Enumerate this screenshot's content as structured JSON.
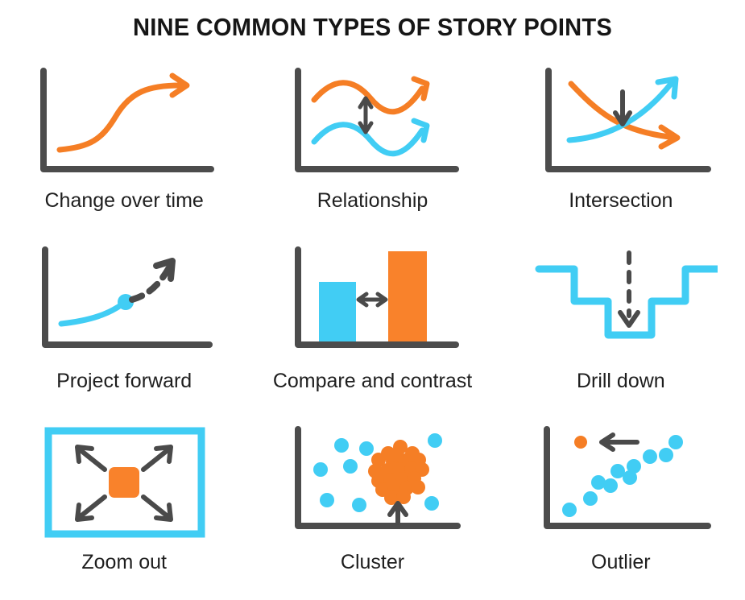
{
  "title": "NINE COMMON TYPES OF STORY POINTS",
  "colors": {
    "orange": "#F57E25",
    "orange_bright": "#F9822B",
    "blue": "#41CDF4",
    "axis_gray": "#4C4C4C",
    "arrow_gray": "#4A4A4A",
    "label_text": "#1E1E1E",
    "title_text": "#161616",
    "background": "#FFFFFF"
  },
  "panels": [
    {
      "id": "change-over-time",
      "label": "Change over time",
      "icon": "s-curve-rising-arrow-icon",
      "description": "Orange S-shaped rising curve with arrowhead on L-shaped axes",
      "has_axes": true,
      "series_colors": [
        "#F57E25"
      ],
      "annotation": "none"
    },
    {
      "id": "relationship",
      "label": "Relationship",
      "icon": "two-parallel-wavy-curves-icon",
      "description": "Orange wavy curve above blue wavy curve with vertical double-headed arrow between them",
      "has_axes": true,
      "series_colors": [
        "#F57E25",
        "#41CDF4"
      ],
      "annotation": "vertical-double-arrow"
    },
    {
      "id": "intersection",
      "label": "Intersection",
      "icon": "crossing-curves-icon",
      "description": "Orange descending curve crossing blue ascending curve with downward arrow at crossing point",
      "has_axes": true,
      "series_colors": [
        "#F57E25",
        "#41CDF4"
      ],
      "annotation": "down-arrow"
    },
    {
      "id": "project-forward",
      "label": "Project forward",
      "icon": "dashed-projection-arrow-icon",
      "description": "Solid blue rising curve ending in a blue dot, continuing as a dark dashed rising arrow",
      "has_axes": true,
      "series_colors": [
        "#41CDF4"
      ],
      "annotation": "dashed-up-right-arrow"
    },
    {
      "id": "compare-and-contrast",
      "label": "Compare and contrast",
      "icon": "two-bars-icon",
      "description": "Short blue bar and tall orange bar with horizontal double-headed arrow between",
      "has_axes": true,
      "series_colors": [
        "#41CDF4",
        "#F57E25"
      ],
      "annotation": "horizontal-double-arrow"
    },
    {
      "id": "drill-down",
      "label": "Drill down",
      "icon": "stepped-valley-icon",
      "description": "Blue stepped valley outline with dashed downward arrow descending into the base",
      "has_axes": false,
      "series_colors": [
        "#41CDF4"
      ],
      "annotation": "dashed-down-arrow"
    },
    {
      "id": "zoom-out",
      "label": "Zoom out",
      "icon": "expand-arrows-frame-icon",
      "description": "Blue rectangle frame with orange rounded square in the center and four diagonal arrows pointing outward",
      "has_axes": false,
      "series_colors": [
        "#41CDF4",
        "#F57E25"
      ],
      "annotation": "four-diagonal-arrows"
    },
    {
      "id": "cluster",
      "label": "Cluster",
      "icon": "scatter-cluster-icon",
      "description": "Scattered blue dots with a dense orange cluster of dots at upper right, marked by an upward arrow",
      "has_axes": true,
      "series_colors": [
        "#41CDF4",
        "#F57E25"
      ],
      "annotation": "up-arrow",
      "blue_dot_count": 8,
      "orange_dot_count": 23
    },
    {
      "id": "outlier",
      "label": "Outlier",
      "icon": "scatter-outlier-icon",
      "description": "Blue dots on a rising trend with one small orange outlier dot at top left marked by a left-pointing arrow",
      "has_axes": true,
      "series_colors": [
        "#41CDF4",
        "#F57E25"
      ],
      "annotation": "left-arrow",
      "blue_dot_count": 10,
      "orange_dot_count": 1
    }
  ],
  "chart_data": {
    "type": "diagram",
    "title": "NINE COMMON TYPES OF STORY POINTS",
    "layout": "3x3 grid of illustrative mini-charts",
    "categories": [
      "Change over time",
      "Relationship",
      "Intersection",
      "Project forward",
      "Compare and contrast",
      "Drill down",
      "Zoom out",
      "Cluster",
      "Outlier"
    ],
    "compare_and_contrast_bars": {
      "labels": [
        "blue",
        "orange"
      ],
      "values": [
        62,
        100
      ]
    },
    "cluster_scatter": {
      "blue_points": [
        [
          26,
          18
        ],
        [
          40,
          22
        ],
        [
          12,
          42
        ],
        [
          32,
          38
        ],
        [
          16,
          70
        ],
        [
          36,
          76
        ],
        [
          88,
          10
        ],
        [
          86,
          74
        ]
      ],
      "orange_cluster_center": [
        62,
        34
      ],
      "orange_point_count": 23
    },
    "outlier_scatter": {
      "blue_points": [
        [
          12,
          88
        ],
        [
          24,
          72
        ],
        [
          34,
          58
        ],
        [
          42,
          62
        ],
        [
          48,
          46
        ],
        [
          56,
          54
        ],
        [
          60,
          40
        ],
        [
          72,
          32
        ],
        [
          82,
          28
        ],
        [
          90,
          14
        ]
      ],
      "orange_outlier": [
        18,
        8
      ]
    }
  }
}
